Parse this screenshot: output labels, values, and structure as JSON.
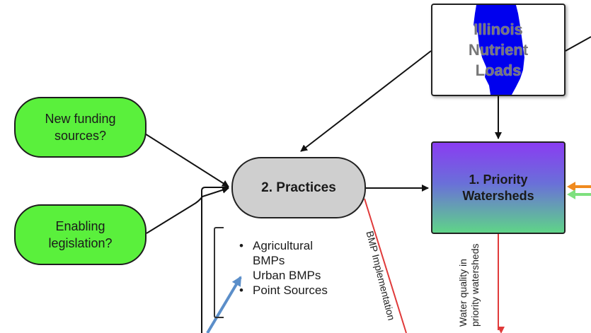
{
  "nodes": {
    "funding": {
      "label": "New funding\nsources?"
    },
    "legislation": {
      "label": "Enabling\nlegislation?"
    },
    "practices": {
      "label": "2. Practices"
    },
    "priority": {
      "label": "1. Priority\nWatersheds"
    },
    "loads": {
      "label": "Illinois\nNutrient\nLoads"
    }
  },
  "practices_list": [
    {
      "text": "Agricultural\nBMPs",
      "bullet": true
    },
    {
      "text": "Urban BMPs",
      "bullet": false
    },
    {
      "text": "Point Sources",
      "bullet": true
    }
  ],
  "edge_labels": {
    "bmp_implementation": "BMP Implementation",
    "water_quality": "Water quality in\npriority watersheds"
  },
  "colors": {
    "green_node": "#5af03c",
    "practices_node": "#cfcfcf",
    "priority_top": "#8a3cf2",
    "priority_bottom": "#5fd488",
    "illinois_shape": "#0000ee",
    "red_link": "#e03a3a",
    "pointer_arrow": "#5b8ec9",
    "orange_arrow": "#f08a1e",
    "light_green_arrow": "#7ee07e"
  },
  "icons": {
    "illinois": "illinois-map-icon",
    "pointer": "pointer-arrow-icon"
  }
}
